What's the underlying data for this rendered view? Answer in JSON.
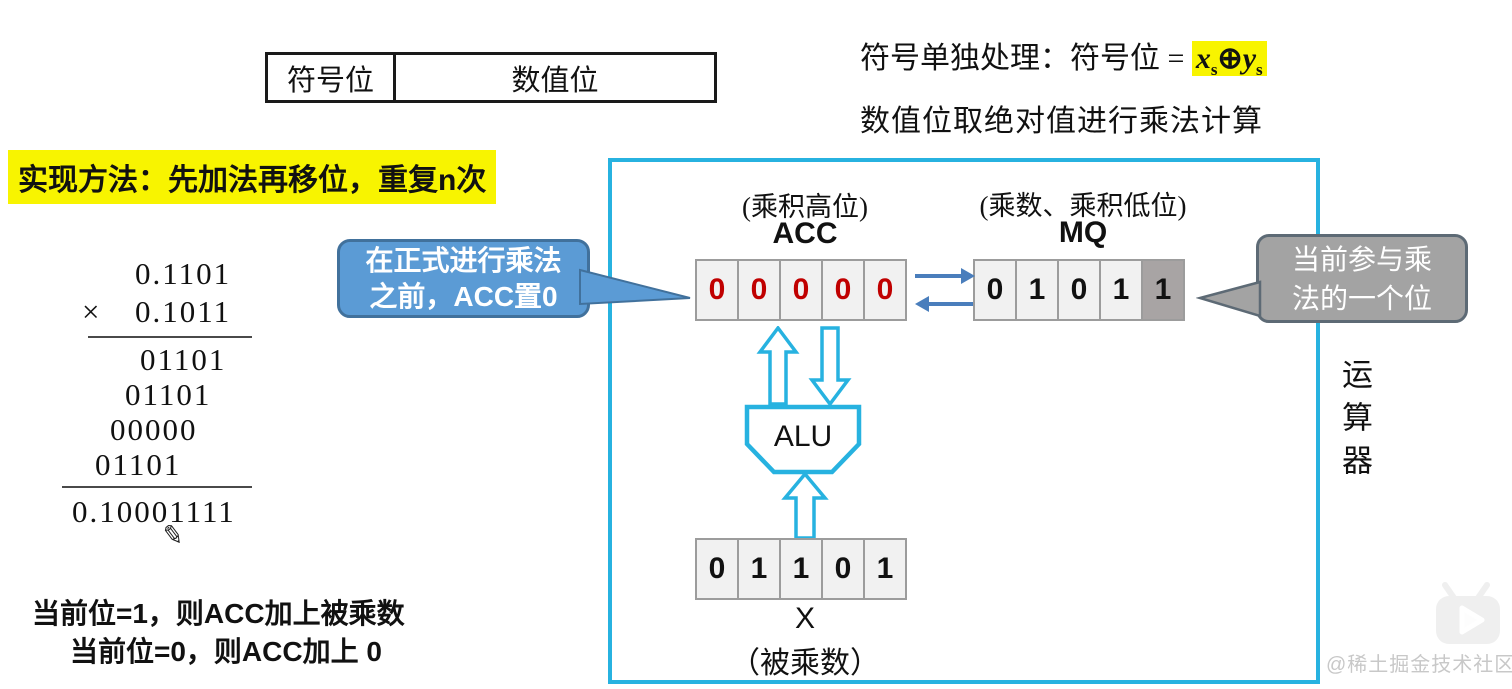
{
  "colors": {
    "box_border": "#27b2e0",
    "arrow_blue": "#4a7ebc",
    "highlight": "#f8f400",
    "acc_digit": "#c00000",
    "bubble_blue": "#5b9bd5",
    "bubble_gray": "#a3a3a3"
  },
  "top_table": {
    "sign_label": "符号位",
    "value_label": "数值位"
  },
  "top_right": {
    "line1_prefix": "符号单独处理：符号位 =",
    "fx": "x",
    "fxs": "s",
    "fop": "⊕",
    "fy": "y",
    "fys": "s",
    "line2": "数值位取绝对值进行乘法计算"
  },
  "method_banner": {
    "text": "实现方法：先加法再移位，重复n次"
  },
  "multiplication": {
    "multiplicand": "0.1101",
    "times_sign": "×",
    "multiplier": "0.1011",
    "partials": [
      "01101",
      "01101",
      "00000",
      "01101"
    ],
    "result": "0.10001111",
    "pencil_icon": "✎"
  },
  "rules": {
    "line1": "当前位=1，则ACC加上被乘数",
    "line2": "当前位=0，则ACC加上 0"
  },
  "datapath": {
    "acc": {
      "caption": "(乘积高位)",
      "name": "ACC",
      "bits": [
        "0",
        "0",
        "0",
        "0",
        "0"
      ]
    },
    "mq": {
      "caption": "(乘数、乘积低位)",
      "name": "MQ",
      "bits": [
        "0",
        "1",
        "0",
        "1",
        "1"
      ],
      "active_index": 4
    },
    "x": {
      "bits": [
        "0",
        "1",
        "1",
        "0",
        "1"
      ],
      "name": "X",
      "caption": "（被乘数）"
    },
    "alu_label": "ALU",
    "unit_label": "运算器"
  },
  "bubbles": {
    "acc_note": {
      "line1": "在正式进行乘法",
      "line2": "之前，ACC置0"
    },
    "mq_note": {
      "line1": "当前参与乘",
      "line2": "法的一个位"
    }
  },
  "watermark": {
    "text": "@稀土掘金技术社区"
  }
}
